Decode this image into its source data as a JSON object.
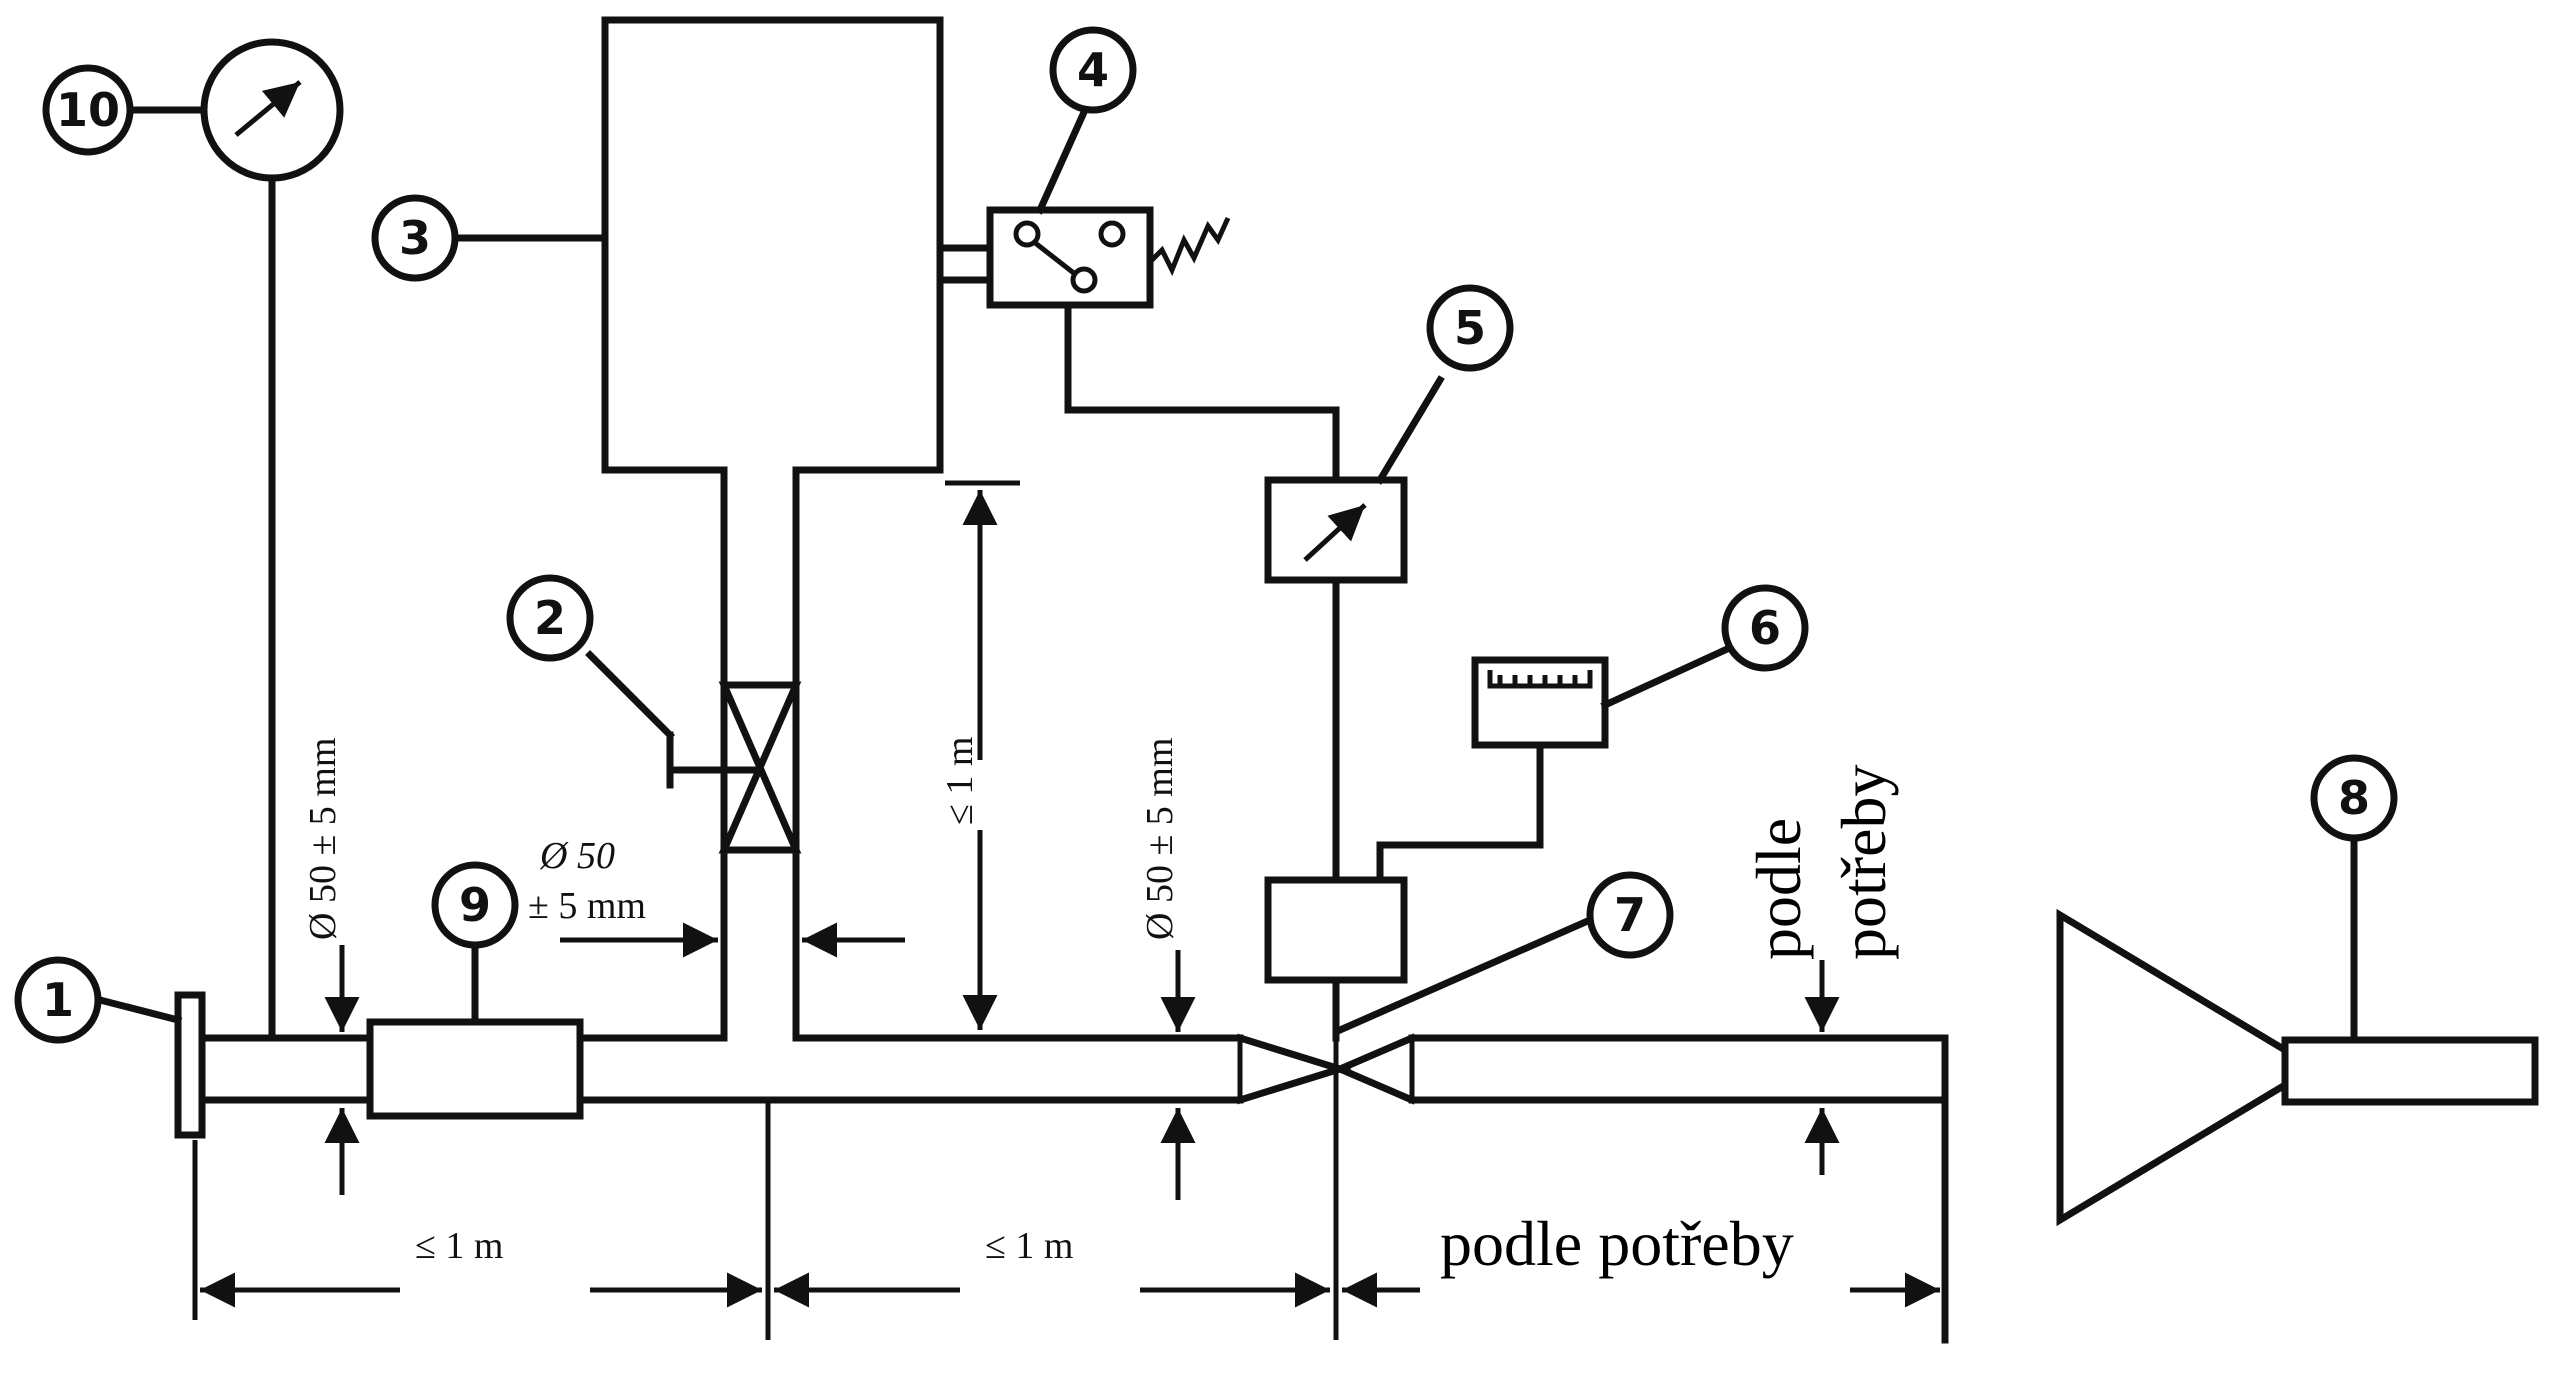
{
  "callouts": {
    "c1": "1",
    "c2": "2",
    "c3": "3",
    "c4": "4",
    "c5": "5",
    "c6": "6",
    "c7": "7",
    "c8": "8",
    "c9": "9",
    "c10": "10"
  },
  "dimensions": {
    "dia_left": "Ø 50 ± 5 mm",
    "dia_mid": "Ø 50 ± 5 mm",
    "branch_dia_line1": "Ø 50",
    "branch_dia_line2": "± 5 mm",
    "height_branch": "≤ 1 m",
    "len_left": "≤ 1 m",
    "len_mid": "≤ 1 m"
  },
  "labels": {
    "podle_vertical_1": "podle",
    "podle_vertical_2": "potřeby",
    "podle_bottom": "podle potřeby"
  }
}
